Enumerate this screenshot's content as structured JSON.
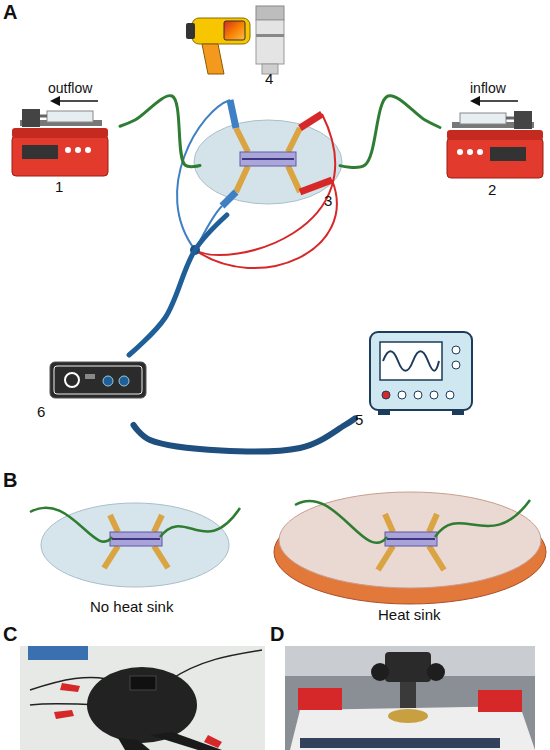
{
  "diagram": {
    "nodes": [
      {
        "text": [
          "4"
        ]
      },
      {
        "text": [
          "1"
        ]
      },
      {
        "text": [
          "3"
        ]
      },
      {
        "text": [
          "2"
        ]
      },
      {
        "text": [
          "5"
        ]
      },
      {
        "text": [
          "6"
        ]
      }
    ],
    "edges": [
      {
        "from": 1,
        "to": 2,
        "arrow": "none"
      },
      {
        "from": 3,
        "to": 2,
        "arrow": "none"
      },
      {
        "from": 5,
        "to": 2,
        "arrow": "none"
      },
      {
        "from": 5,
        "to": 4,
        "arrow": "none"
      }
    ],
    "labels": [
      "A",
      "outflow",
      "inflow",
      "B",
      "No heat sink",
      "Heat sink",
      "C",
      "D"
    ]
  }
}
